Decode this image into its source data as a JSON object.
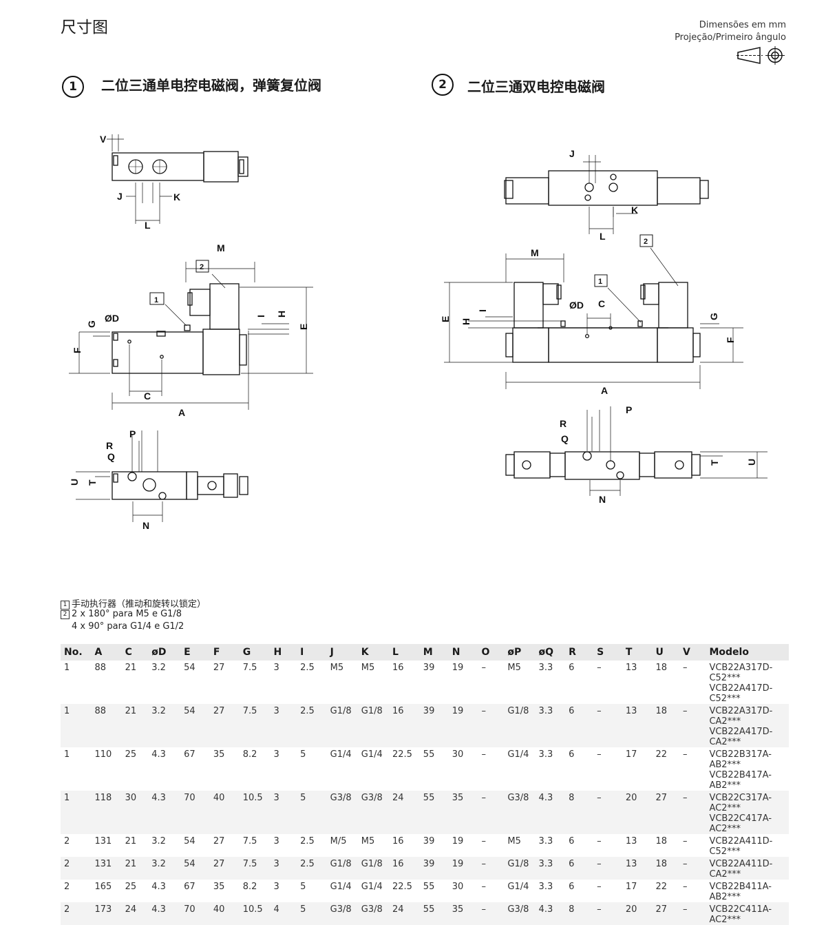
{
  "header": {
    "title": "尺寸图",
    "units": "Dimensões em mm",
    "projection": "Projeção/Primeiro ângulo"
  },
  "sections": [
    {
      "num": "1",
      "title": "二位三通单电控电磁阀，弹簧复位阀"
    },
    {
      "num": "2",
      "title": "二位三通双电控电磁阀"
    }
  ],
  "labels": {
    "A": "A",
    "C": "C",
    "D": "ØD",
    "E": "E",
    "F": "F",
    "G": "G",
    "H": "H",
    "I": "I",
    "J": "J",
    "K": "K",
    "L": "L",
    "M": "M",
    "N": "N",
    "P": "P",
    "Q": "Q",
    "R": "R",
    "T": "T",
    "U": "U",
    "V": "V",
    "tag1": "1",
    "tag2": "2"
  },
  "notes": [
    {
      "num": "1",
      "text": "手动执行器（推动和旋转以锁定）"
    },
    {
      "num": "2",
      "text": "2 x 180° para M5 e G1/8"
    },
    {
      "num": "",
      "text": "4 x 90° para G1/4 e G1/2"
    }
  ],
  "table": {
    "headers": [
      "No.",
      "A",
      "C",
      "øD",
      "E",
      "F",
      "G",
      "H",
      "I",
      "J",
      "K",
      "L",
      "M",
      "N",
      "O",
      "øP",
      "øQ",
      "R",
      "S",
      "T",
      "U",
      "V",
      "Modelo"
    ],
    "rows": [
      [
        "1",
        "88",
        "21",
        "3.2",
        "54",
        "27",
        "7.5",
        "3",
        "2.5",
        "M5",
        "M5",
        "16",
        "39",
        "19",
        "–",
        "M5",
        "3.3",
        "6",
        "–",
        "13",
        "18",
        "–",
        [
          "VCB22A317D-C52***",
          "VCB22A417D-C52***"
        ]
      ],
      [
        "1",
        "88",
        "21",
        "3.2",
        "54",
        "27",
        "7.5",
        "3",
        "2.5",
        "G1/8",
        "G1/8",
        "16",
        "39",
        "19",
        "–",
        "G1/8",
        "3.3",
        "6",
        "–",
        "13",
        "18",
        "–",
        [
          "VCB22A317D-CA2***",
          "VCB22A417D-CA2***"
        ]
      ],
      [
        "1",
        "110",
        "25",
        "4.3",
        "67",
        "35",
        "8.2",
        "3",
        "5",
        "G1/4",
        "G1/4",
        "22.5",
        "55",
        "30",
        "–",
        "G1/4",
        "3.3",
        "6",
        "–",
        "17",
        "22",
        "–",
        [
          "VCB22B317A-AB2***",
          "VCB22B417A-AB2***"
        ]
      ],
      [
        "1",
        "118",
        "30",
        "4.3",
        "70",
        "40",
        "10.5",
        "3",
        "5",
        "G3/8",
        "G3/8",
        "24",
        "55",
        "35",
        "–",
        "G3/8",
        "4.3",
        "8",
        "–",
        "20",
        "27",
        "–",
        [
          "VCB22C317A-AC2***",
          "VCB22C417A-AC2***"
        ]
      ],
      [
        "2",
        "131",
        "21",
        "3.2",
        "54",
        "27",
        "7.5",
        "3",
        "2.5",
        "M/5",
        "M5",
        "16",
        "39",
        "19",
        "–",
        "M5",
        "3.3",
        "6",
        "–",
        "13",
        "18",
        "–",
        [
          "VCB22A411D-C52***"
        ]
      ],
      [
        "2",
        "131",
        "21",
        "3.2",
        "54",
        "27",
        "7.5",
        "3",
        "2.5",
        "G1/8",
        "G1/8",
        "16",
        "39",
        "19",
        "–",
        "G1/8",
        "3.3",
        "6",
        "–",
        "13",
        "18",
        "–",
        [
          "VCB22A411D-CA2***"
        ]
      ],
      [
        "2",
        "165",
        "25",
        "4.3",
        "67",
        "35",
        "8.2",
        "3",
        "5",
        "G1/4",
        "G1/4",
        "22.5",
        "55",
        "30",
        "–",
        "G1/4",
        "3.3",
        "6",
        "–",
        "17",
        "22",
        "–",
        [
          "VCB22B411A-AB2***"
        ]
      ],
      [
        "2",
        "173",
        "24",
        "4.3",
        "70",
        "40",
        "10.5",
        "4",
        "5",
        "G3/8",
        "G3/8",
        "24",
        "55",
        "35",
        "–",
        "G3/8",
        "4.3",
        "8",
        "–",
        "20",
        "27",
        "–",
        [
          "VCB22C411A-AC2***"
        ]
      ]
    ]
  }
}
